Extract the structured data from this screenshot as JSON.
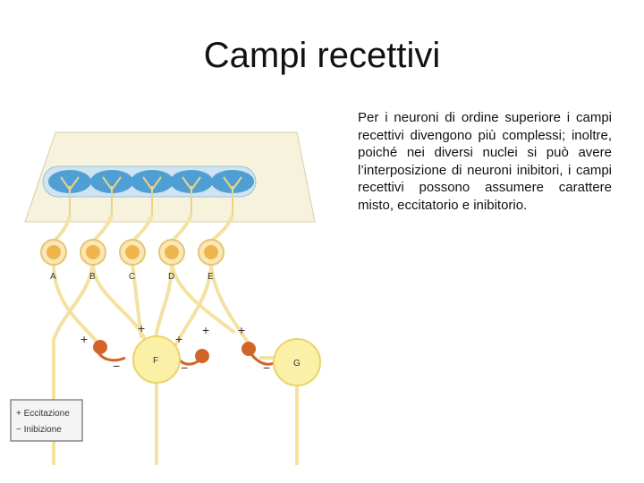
{
  "slide": {
    "title": "Campi recettivi",
    "paragraph": "Per i neuroni di ordine superiore i campi recettivi divengono più complessi; inoltre, poiché nei diversi nuclei si può avere l’interposizione di neuroni inibitori, i campi recettivi possono assumere carattere misto, eccitatorio e inibitorio."
  },
  "diagram": {
    "neuron_labels": [
      "A",
      "B",
      "C",
      "D",
      "E"
    ],
    "higher_neurons": [
      "F",
      "G"
    ],
    "signs": {
      "plus": "+",
      "minus": "−"
    },
    "legend": {
      "excitation": "+ Eccitazione",
      "inhibition": "− Inibizione"
    },
    "colors": {
      "receptive_field": "#4f9fd4",
      "skin_plane": "#f7f2dc",
      "neuron_body": "#f0b54a",
      "nucleus": "#e27a22",
      "axon": "#f3e2a2",
      "inhibitory_neuron": "#d2642a"
    }
  }
}
